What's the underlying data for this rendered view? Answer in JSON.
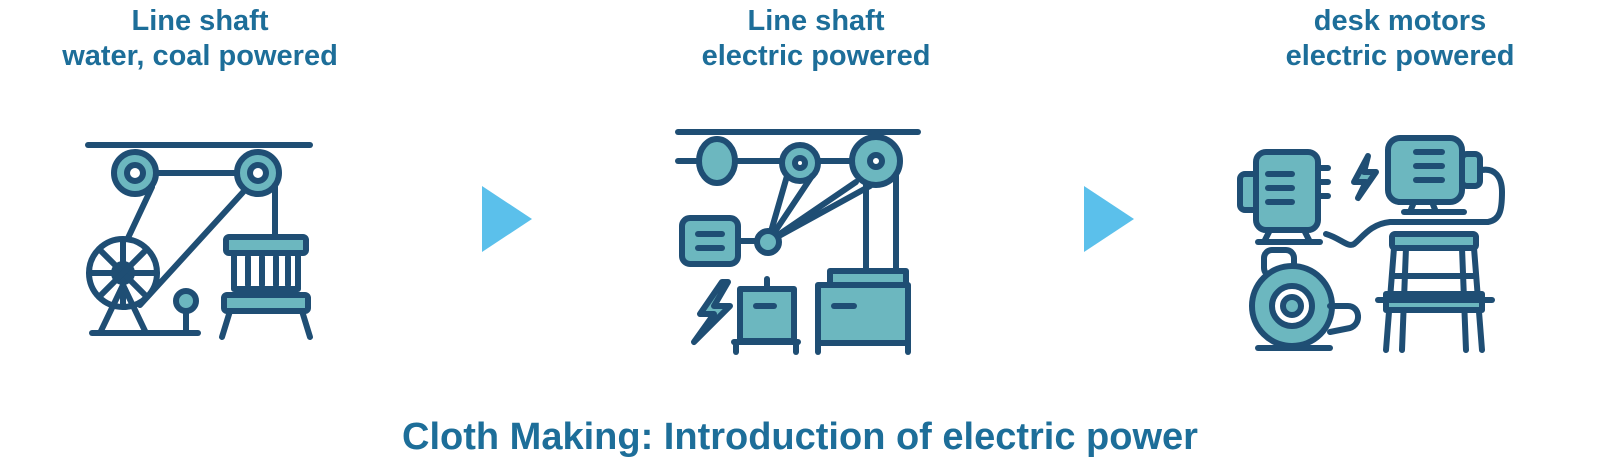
{
  "stages": [
    {
      "line1": "Line shaft",
      "line2": "water, coal powered",
      "icon": "line-shaft-water-coal-machine-icon"
    },
    {
      "line1": "Line shaft",
      "line2": "electric powered",
      "icon": "line-shaft-electric-machine-icon"
    },
    {
      "line1": "desk motors",
      "line2": "electric powered",
      "icon": "desk-motors-machine-icon"
    }
  ],
  "caption": "Cloth Making: Introduction of electric power",
  "colors": {
    "text": "#1d6e99",
    "stroke": "#1f4e74",
    "fill": "#6cb7bf",
    "arrow": "#5bc0eb"
  }
}
